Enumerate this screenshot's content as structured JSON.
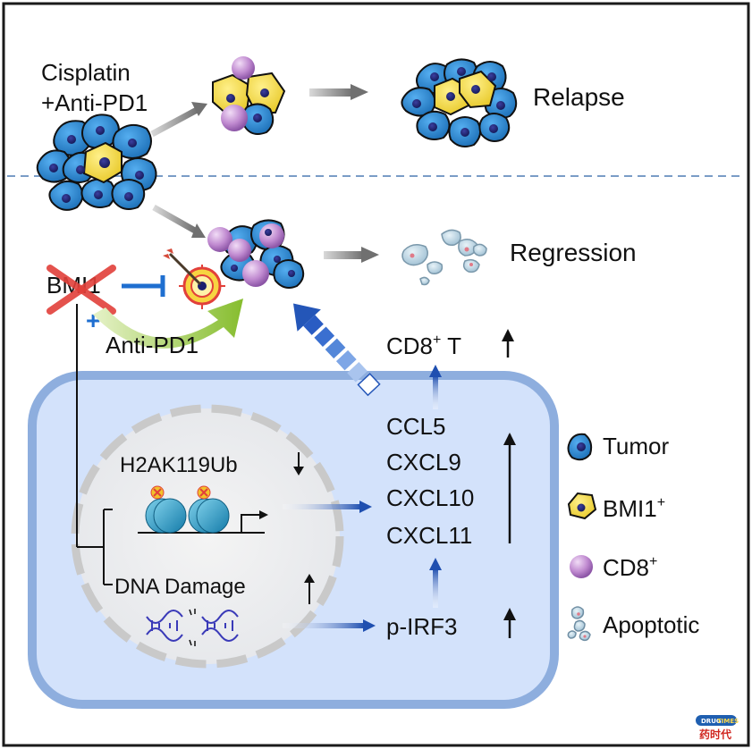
{
  "top": {
    "treatment_line1": "Cisplatin",
    "treatment_line2": "+Anti-PD1",
    "relapse": "Relapse",
    "regression": "Regression"
  },
  "mechanism": {
    "bmi1": "BMI1",
    "anti_pd1": "Anti-PD1",
    "plus": "+",
    "cd8_t_base": "CD8",
    "cd8_t_sup": "+",
    "cd8_t_suffix": " T",
    "h2ak": "H2AK119Ub",
    "dna_damage": "DNA Damage",
    "chemokines": [
      "CCL5",
      "CXCL9",
      "CXCL10",
      "CXCL11"
    ],
    "pirf3": "p-IRF3"
  },
  "legend": {
    "tumor": "Tumor",
    "bmi1_base": "BMI1",
    "bmi1_sup": "+",
    "cd8_base": "CD8",
    "cd8_sup": "+",
    "apoptotic": "Apoptotic"
  },
  "logo": {
    "line1": "DRUG",
    "line1b": "TIMES",
    "line2": "药时代"
  },
  "colors": {
    "tumor": "#2a86c9",
    "nucleus": "#1a1f6e",
    "bmi1": "#f2da3a",
    "cd8": "#b07ac2",
    "cell_bg": "#d4e4fb",
    "cell_border": "#8fb2e3",
    "arrow_blue": "#2456b8",
    "anti_pd1_arrow": "#8fc33a",
    "inhibit": "#1f6fd0",
    "cross": "#e2403a"
  }
}
